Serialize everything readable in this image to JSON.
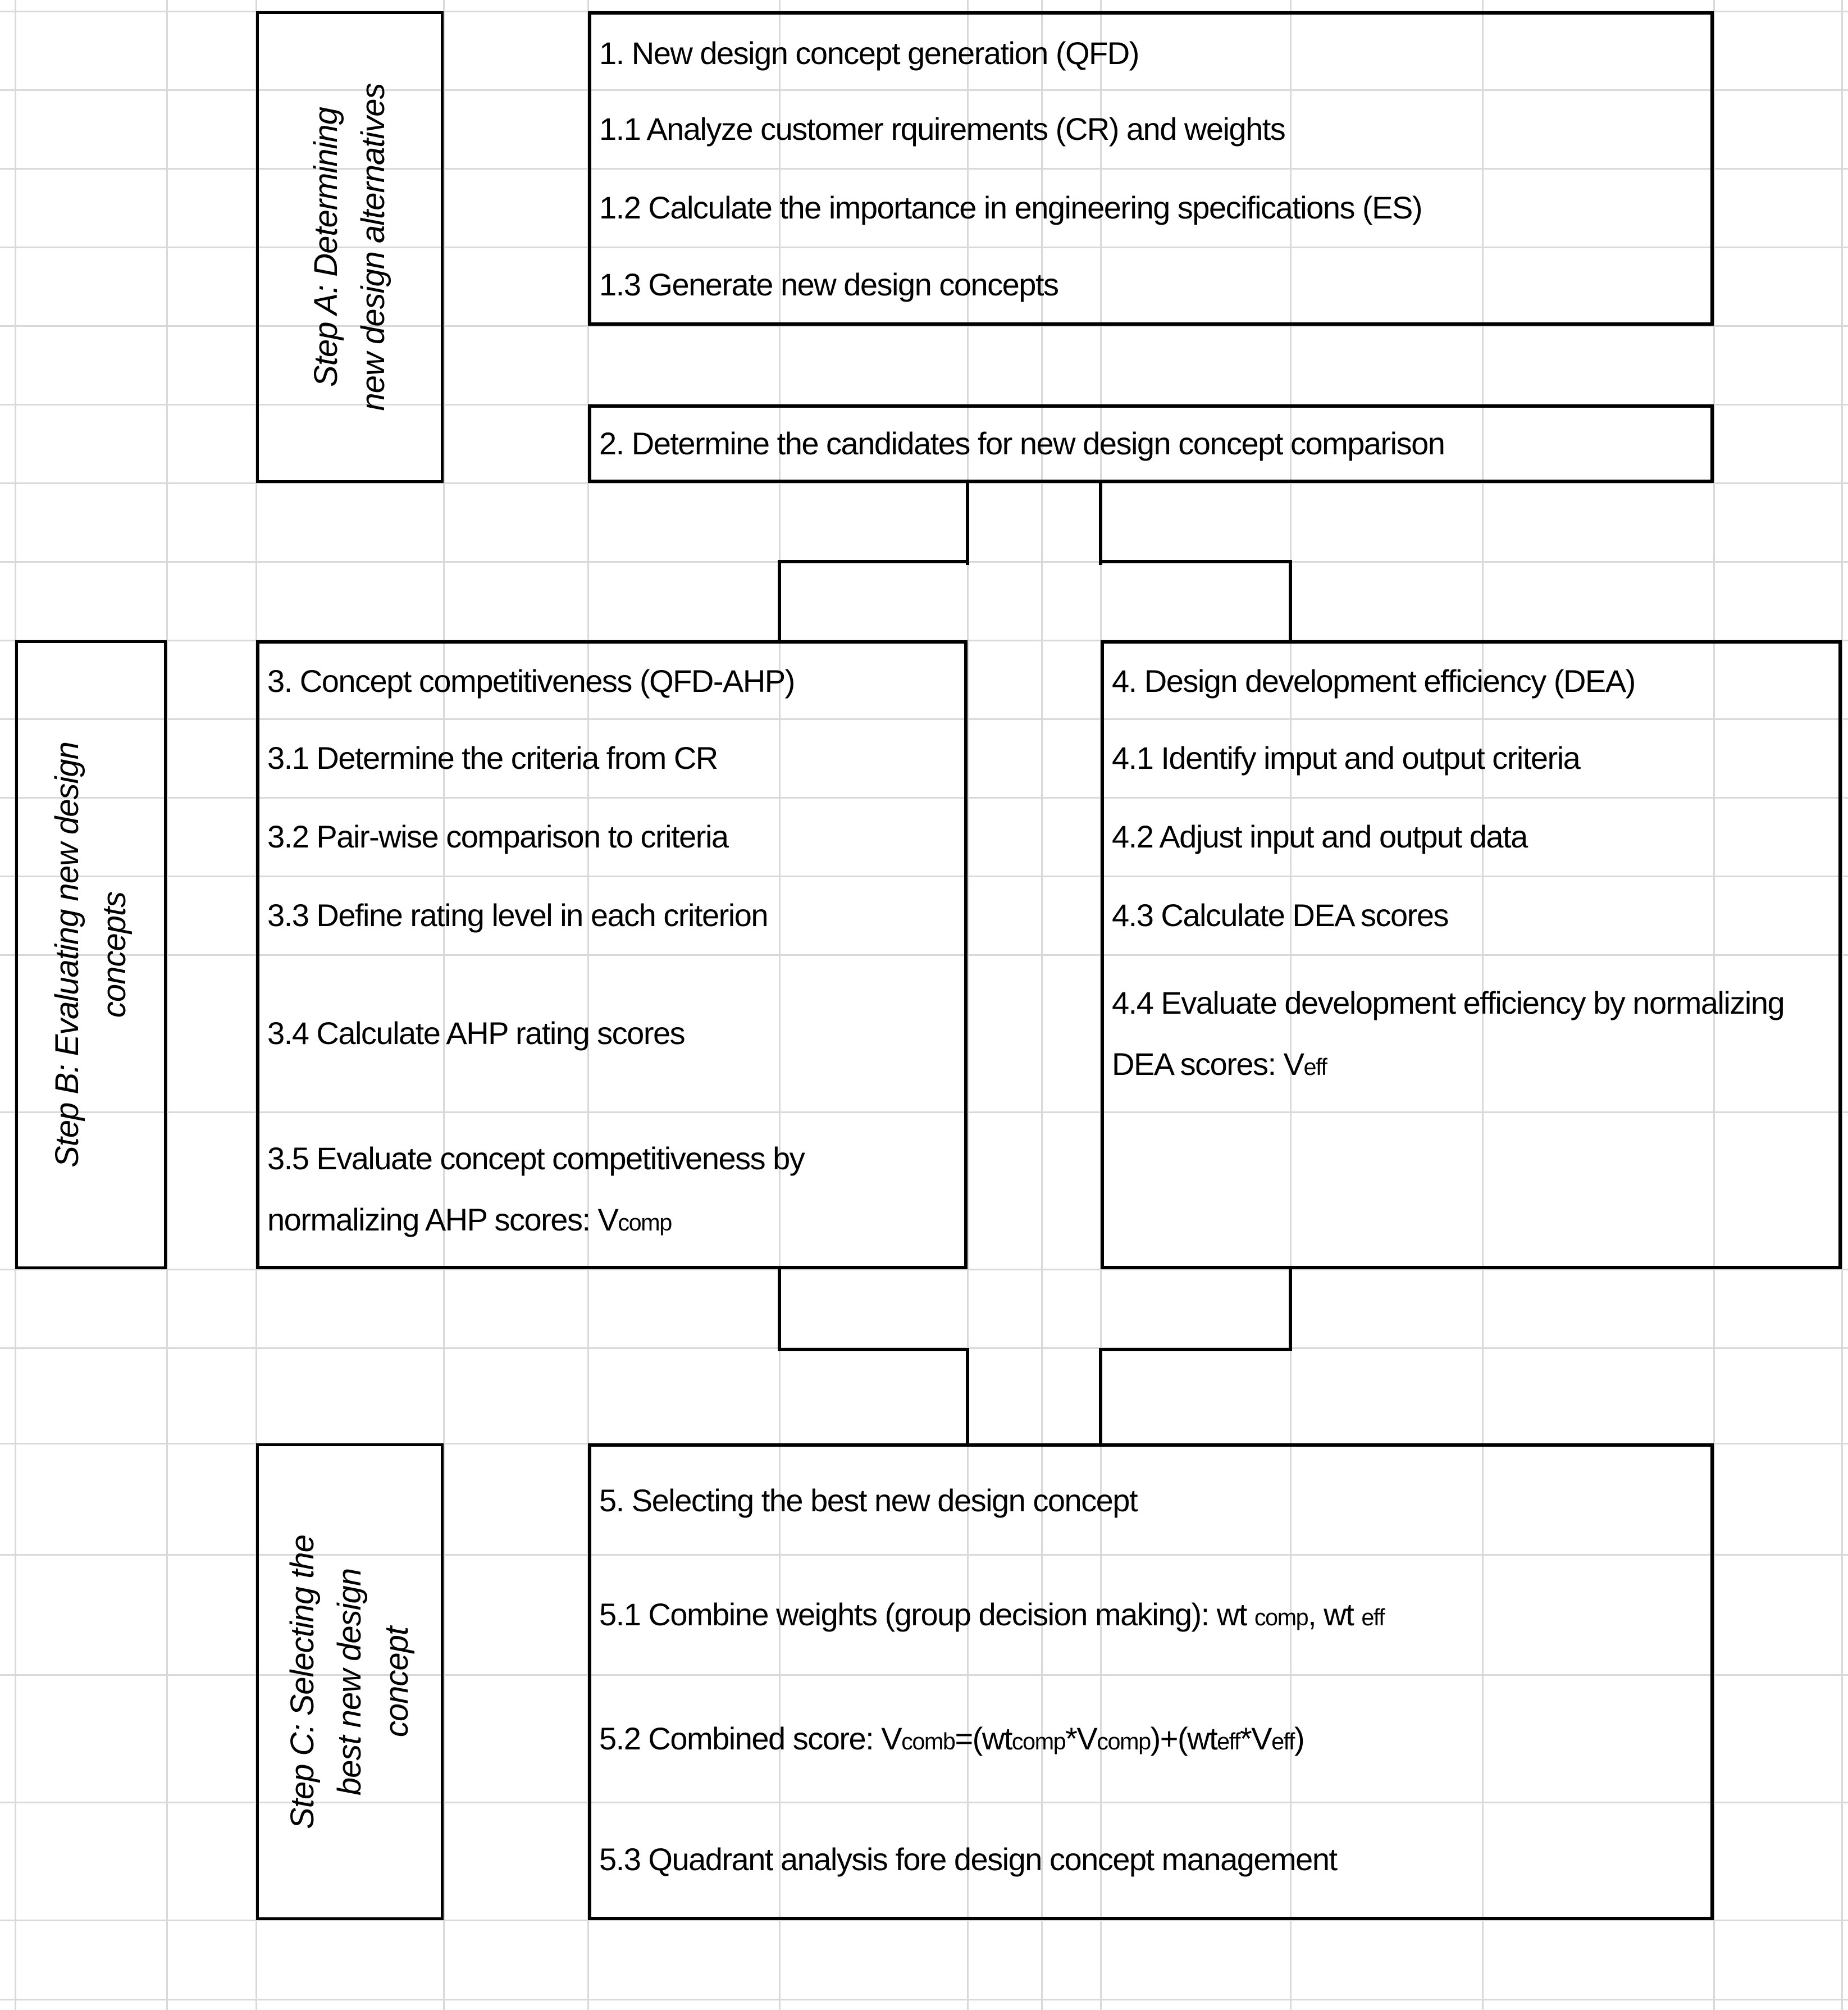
{
  "sheet": {
    "background_color": "#ffffff",
    "grid_color": "#d9d9d9",
    "line_color": "#000000"
  },
  "step_labels": [
    {
      "id": "step-a",
      "lines": [
        "Step A: Determining",
        "new design alternatives"
      ]
    },
    {
      "id": "step-b",
      "lines": [
        "Step B: Evaluating new design",
        "concepts"
      ]
    },
    {
      "id": "step-c",
      "lines": [
        "Step C: Selecting the",
        "best new design",
        "concept"
      ]
    }
  ],
  "boxes": {
    "box1": {
      "items": [
        {
          "runs": [
            {
              "text": "1. New design concept generation (QFD)"
            }
          ]
        },
        {
          "runs": [
            {
              "text": "1.1 Analyze customer rquirements (CR) and weights"
            }
          ]
        },
        {
          "runs": [
            {
              "text": "1.2 Calculate the importance in engineering specifications (ES)"
            }
          ]
        },
        {
          "runs": [
            {
              "text": "1.3 Generate new design concepts"
            }
          ]
        }
      ]
    },
    "box2": {
      "items": [
        {
          "runs": [
            {
              "text": "2. Determine the candidates for new design concept comparison"
            }
          ]
        }
      ]
    },
    "box3": {
      "items": [
        {
          "runs": [
            {
              "text": "3. Concept competitiveness (QFD-AHP)"
            }
          ]
        },
        {
          "runs": [
            {
              "text": "3.1 Determine the criteria from CR"
            }
          ]
        },
        {
          "runs": [
            {
              "text": "3.2 Pair-wise comparison to criteria"
            }
          ]
        },
        {
          "runs": [
            {
              "text": "3.3 Define rating level in each criterion"
            }
          ]
        },
        {
          "runs": [
            {
              "text": "3.4 Calculate AHP rating scores"
            }
          ]
        },
        {
          "runs": [
            {
              "text": "3.5 Evaluate concept competitiveness by"
            },
            {
              "br": true
            },
            {
              "text": "normalizing AHP scores: V"
            },
            {
              "text": "comp",
              "small": true
            }
          ]
        }
      ]
    },
    "box4": {
      "items": [
        {
          "runs": [
            {
              "text": "4. Design development efficiency (DEA)"
            }
          ]
        },
        {
          "runs": [
            {
              "text": "4.1 Identify imput and output criteria"
            }
          ]
        },
        {
          "runs": [
            {
              "text": "4.2 Adjust input and output data"
            }
          ]
        },
        {
          "runs": [
            {
              "text": "4.3 Calculate DEA scores"
            }
          ]
        },
        {
          "runs": [
            {
              "text": "4.4 Evaluate development efficiency by normalizing"
            },
            {
              "br": true
            },
            {
              "text": "DEA scores: V"
            },
            {
              "text": "eff",
              "small": true
            }
          ]
        }
      ]
    },
    "box5": {
      "items": [
        {
          "runs": [
            {
              "text": "5. Selecting the best new design concept"
            }
          ]
        },
        {
          "runs": [
            {
              "text": "5.1 Combine weights (group decision making): wt "
            },
            {
              "text": "comp",
              "small": true
            },
            {
              "text": ", wt "
            },
            {
              "text": "eff",
              "small": true
            }
          ]
        },
        {
          "runs": [
            {
              "text": "5.2 Combined score: V"
            },
            {
              "text": "comb",
              "small": true
            },
            {
              "text": "=(wt"
            },
            {
              "text": "comp",
              "small": true
            },
            {
              "text": "*V"
            },
            {
              "text": "comp",
              "small": true
            },
            {
              "text": ")+(wt"
            },
            {
              "text": "eff",
              "small": true
            },
            {
              "text": "*V"
            },
            {
              "text": "eff",
              "small": true
            },
            {
              "text": ")"
            }
          ]
        },
        {
          "runs": [
            {
              "text": "5.3 Quadrant analysis fore design concept management"
            }
          ]
        }
      ]
    }
  }
}
